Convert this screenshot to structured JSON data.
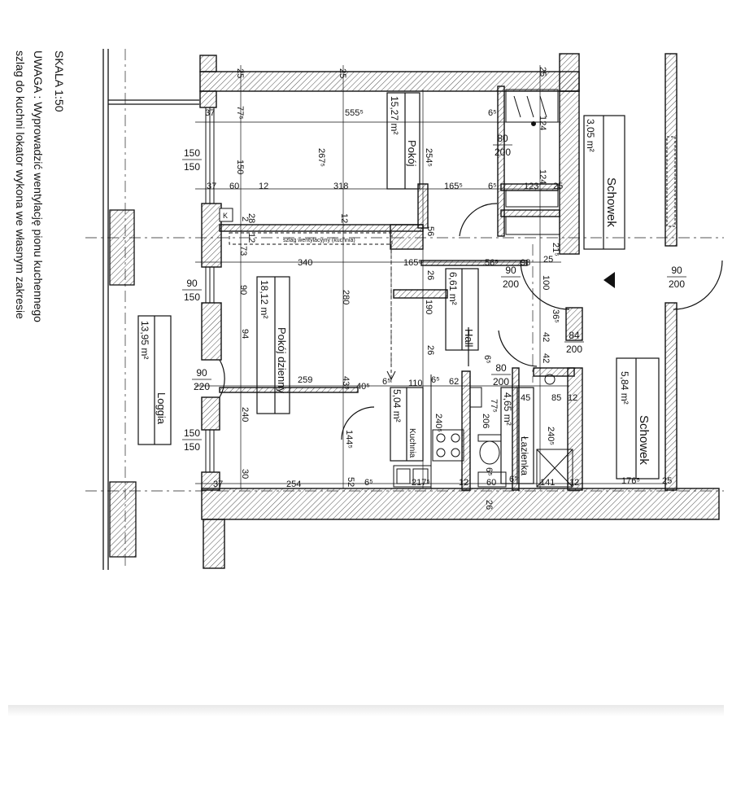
{
  "notes": {
    "scale": "SKALA 1:50",
    "warning_line1": "UWAGA : Wyprowadzić wentylację pionu kuchennego",
    "warning_line2": "szlag do kuchni lokator wykona we własnym zakresie"
  },
  "rooms": [
    {
      "key": "pokoj",
      "name": "Pokój",
      "area": "15,27 m²"
    },
    {
      "key": "pokoj-dzienny",
      "name": "Pokój dzienny",
      "area": "18,12 m²"
    },
    {
      "key": "loggia",
      "name": "Loggia",
      "area": "13,95 m²"
    },
    {
      "key": "hall",
      "name": "Hall",
      "area": "6,61 m²"
    },
    {
      "key": "kuchnia",
      "name": "Kuchnia",
      "area": "5,04 m²"
    },
    {
      "key": "lazienka",
      "name": "Łazienka",
      "area": "4,65 m²"
    },
    {
      "key": "schowek-top",
      "name": "Schowek",
      "area": "3,05 m²"
    },
    {
      "key": "schowek-right",
      "name": "Schowek",
      "area": "5,84 m²"
    }
  ],
  "labels": {
    "vent_shaft": "szlag wentylacyjny (kuchnia)",
    "k_mark": "K"
  },
  "openings": [
    {
      "key": "o1",
      "top": "150",
      "bottom": "150"
    },
    {
      "key": "o2",
      "top": "90",
      "bottom": "150"
    },
    {
      "key": "o3",
      "top": "90",
      "bottom": "220"
    },
    {
      "key": "o4",
      "top": "150",
      "bottom": "150"
    },
    {
      "key": "o5",
      "top": "80",
      "bottom": "200"
    },
    {
      "key": "o6",
      "top": "90",
      "bottom": "200"
    },
    {
      "key": "o7",
      "top": "90",
      "bottom": "200"
    },
    {
      "key": "o8",
      "top": "84",
      "bottom": "200"
    },
    {
      "key": "o9",
      "top": "80",
      "bottom": "200"
    }
  ],
  "dimensions": [
    "25",
    "25",
    "25",
    "37",
    "77⁵",
    "555⁵",
    "6⁵",
    "124",
    "254⁵",
    "267⁵",
    "150",
    "37",
    "60",
    "12",
    "318",
    "165⁵",
    "6⁵",
    "123",
    "25",
    "124",
    "12",
    "56",
    "2",
    "28",
    "12",
    "73",
    "340",
    "165⁵",
    "26",
    "56⁵",
    "98",
    "25",
    "21⁵",
    "90",
    "100",
    "190",
    "36⁵",
    "42",
    "42",
    "26",
    "280",
    "94",
    "259",
    "43⁵",
    "40⁵",
    "6⁵",
    "110",
    "62",
    "6⁵",
    "77⁵",
    "45",
    "85",
    "12",
    "6⁵",
    "206",
    "240⁵",
    "240⁵",
    "240",
    "144⁵",
    "30",
    "37",
    "254",
    "52",
    "6⁵",
    "217⁵",
    "12",
    "60",
    "6⁵",
    "141",
    "12",
    "176⁵",
    "25",
    "26",
    "6⁵"
  ]
}
